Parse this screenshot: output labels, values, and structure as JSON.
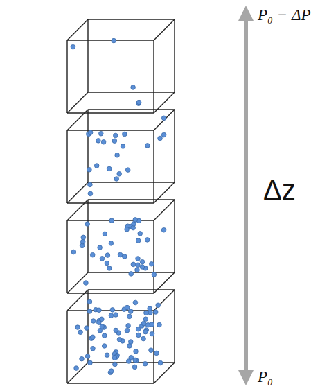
{
  "diagram": {
    "labels": [
      "P₀ − ΔP",
      "Δz",
      "P₀"
    ]
  }
}
